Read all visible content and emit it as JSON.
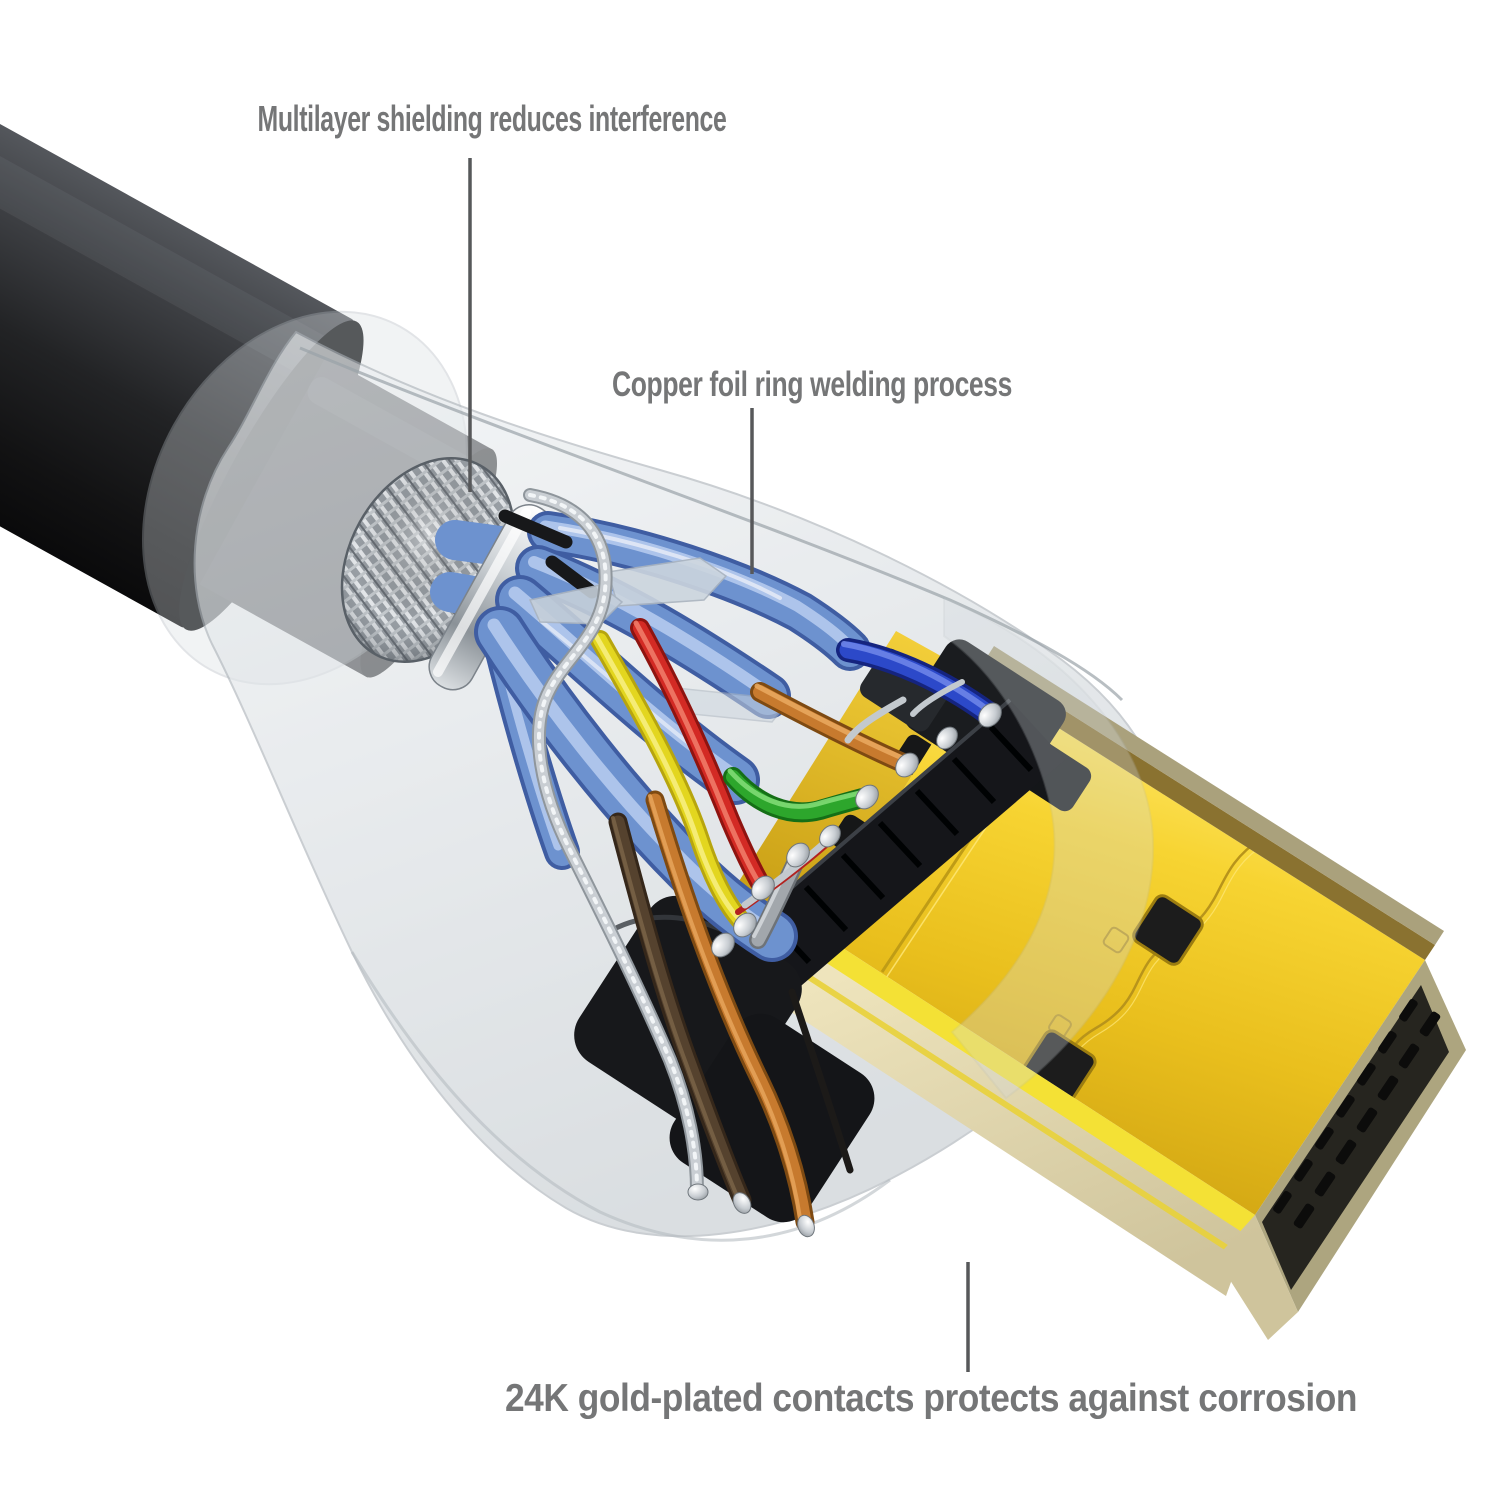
{
  "figure": {
    "title": "HDMI cable cutaway product diagram",
    "background_color": "#ffffff",
    "label_color": "#757677",
    "leader_line_color": "#57585a",
    "annotations": [
      {
        "id": "multilayer-shielding",
        "label": "Multilayer shielding reduces interference"
      },
      {
        "id": "copper-foil-ring",
        "label": "Copper foil ring welding process"
      },
      {
        "id": "gold-contacts",
        "label": "24K gold-plated contacts protects against corrosion"
      }
    ],
    "colors": {
      "cable_jacket": "#232426",
      "strain_relief_boot": "#d5dade",
      "shield_braid": "#b9bec3",
      "foil_pair_blue": "#6d92cf",
      "connector_gold": "#eec422",
      "connector_black_plastic": "#1a1c1f",
      "gold_side_champagne": "#ddd3ab",
      "wire_yellow": "#e3d61f",
      "wire_red": "#d32a24",
      "wire_green": "#2da62c",
      "wire_orange": "#c77a2e",
      "wire_brown": "#55422e",
      "wire_blue": "#2c49c9",
      "wire_gray": "#a2a7ac",
      "drain_wire_silver": "#c3c9ce"
    }
  }
}
